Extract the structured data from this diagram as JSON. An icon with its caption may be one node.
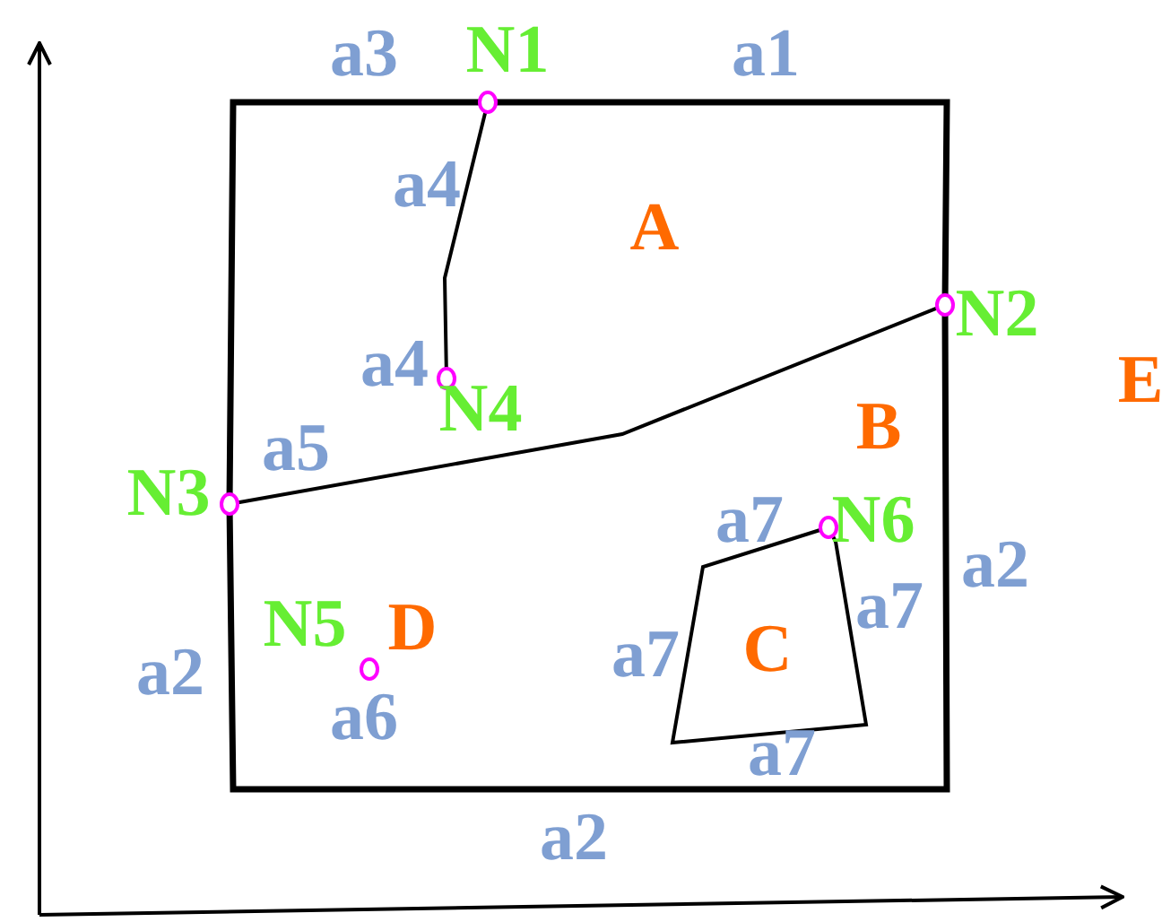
{
  "diagram": {
    "nodes": [
      {
        "text": [
          "N1"
        ]
      },
      {
        "text": [
          "N2"
        ]
      },
      {
        "text": [
          "N3"
        ]
      },
      {
        "text": [
          "N4"
        ]
      },
      {
        "text": [
          "N5"
        ]
      },
      {
        "text": [
          "N6"
        ]
      }
    ],
    "edges": [
      {
        "from": 0,
        "to": 1,
        "arrow": "none",
        "label": "a1"
      },
      {
        "from": 1,
        "to": 2,
        "arrow": "none",
        "label": "a2"
      },
      {
        "from": 2,
        "to": 0,
        "arrow": "none",
        "label": "a3"
      },
      {
        "from": 0,
        "to": 3,
        "arrow": "none",
        "label": "a4"
      },
      {
        "from": 2,
        "to": 1,
        "arrow": "none",
        "label": "a5"
      },
      {
        "from": 5,
        "to": 5,
        "arrow": "none",
        "label": "a7"
      }
    ],
    "labels": [
      "A",
      "a4",
      "E",
      "B",
      "D",
      "C",
      "a7",
      "a7",
      "a2",
      "a6",
      "a7",
      "a2"
    ]
  }
}
